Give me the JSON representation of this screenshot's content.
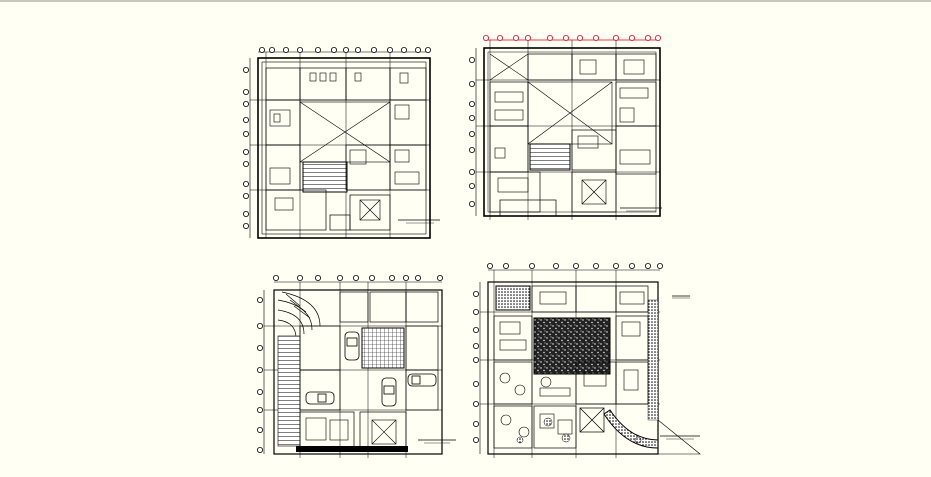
{
  "drawing": {
    "background": "#fffff4",
    "ink": "#000000",
    "accent": "#e0001a",
    "plans": [
      {
        "id": "plan-first-floor"
      },
      {
        "id": "plan-second-floor"
      },
      {
        "id": "plan-basement-parking"
      },
      {
        "id": "plan-ground-floor-landscape"
      }
    ]
  }
}
